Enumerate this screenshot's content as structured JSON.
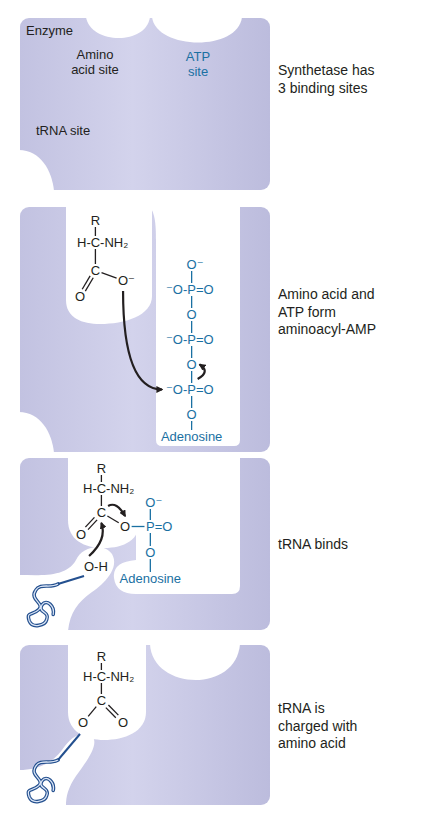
{
  "diagram": {
    "labels": [
      "Enzyme",
      "Amino acid site",
      "ATP site",
      "tRNA site",
      "Synthetase has 3 binding sites",
      "R",
      "H-C-NH₂",
      "C",
      "O",
      "O⁻",
      "O⁻",
      "⁻O-P=O",
      "O",
      "⁻O-P=O",
      "O",
      "⁻O-P=O",
      "O",
      "Adenosine",
      "Amino acid and ATP form aminoacyl-AMP",
      "R",
      "H-C-NH₂",
      "C",
      "O",
      "O",
      "O⁻",
      "P=O",
      "O",
      "Adenosine",
      "O-H",
      "tRNA binds",
      "R",
      "H-C-NH₂",
      "C",
      "O",
      "O",
      "tRNA is charged with amino acid"
    ]
  }
}
